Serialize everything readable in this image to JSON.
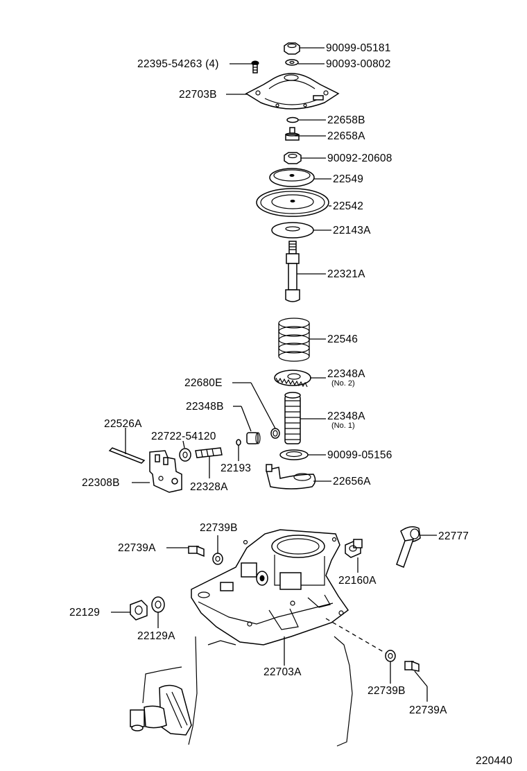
{
  "diagram_id": "220440",
  "parts": [
    {
      "id": "p_90099_05181",
      "label": "90099-05181"
    },
    {
      "id": "p_90093_00802",
      "label": "90093-00802"
    },
    {
      "id": "p_22395_54263",
      "label": "22395-54263 (4)"
    },
    {
      "id": "p_22703B",
      "label": "22703B"
    },
    {
      "id": "p_22658B",
      "label": "22658B"
    },
    {
      "id": "p_22658A",
      "label": "22658A"
    },
    {
      "id": "p_90092_20608",
      "label": "90092-20608"
    },
    {
      "id": "p_22549",
      "label": "22549"
    },
    {
      "id": "p_22542",
      "label": "22542"
    },
    {
      "id": "p_22143A",
      "label": "22143A"
    },
    {
      "id": "p_22321A",
      "label": "22321A"
    },
    {
      "id": "p_22546",
      "label": "22546"
    },
    {
      "id": "p_22348A_2",
      "label": "22348A",
      "sub": "(No. 2)"
    },
    {
      "id": "p_22680E",
      "label": "22680E"
    },
    {
      "id": "p_22348B",
      "label": "22348B"
    },
    {
      "id": "p_22348A_1",
      "label": "22348A",
      "sub": "(No. 1)"
    },
    {
      "id": "p_22526A",
      "label": "22526A"
    },
    {
      "id": "p_22722_54120",
      "label": "22722-54120"
    },
    {
      "id": "p_22193",
      "label": "22193"
    },
    {
      "id": "p_90099_05156",
      "label": "90099-05156"
    },
    {
      "id": "p_22308B",
      "label": "22308B"
    },
    {
      "id": "p_22328A",
      "label": "22328A"
    },
    {
      "id": "p_22656A",
      "label": "22656A"
    },
    {
      "id": "p_22739B_top",
      "label": "22739B"
    },
    {
      "id": "p_22777",
      "label": "22777"
    },
    {
      "id": "p_22739A_top",
      "label": "22739A"
    },
    {
      "id": "p_22160A",
      "label": "22160A"
    },
    {
      "id": "p_22129",
      "label": "22129"
    },
    {
      "id": "p_22129A",
      "label": "22129A"
    },
    {
      "id": "p_22703A",
      "label": "22703A"
    },
    {
      "id": "p_22739B_bot",
      "label": "22739B"
    },
    {
      "id": "p_22739A_bot",
      "label": "22739A"
    }
  ]
}
